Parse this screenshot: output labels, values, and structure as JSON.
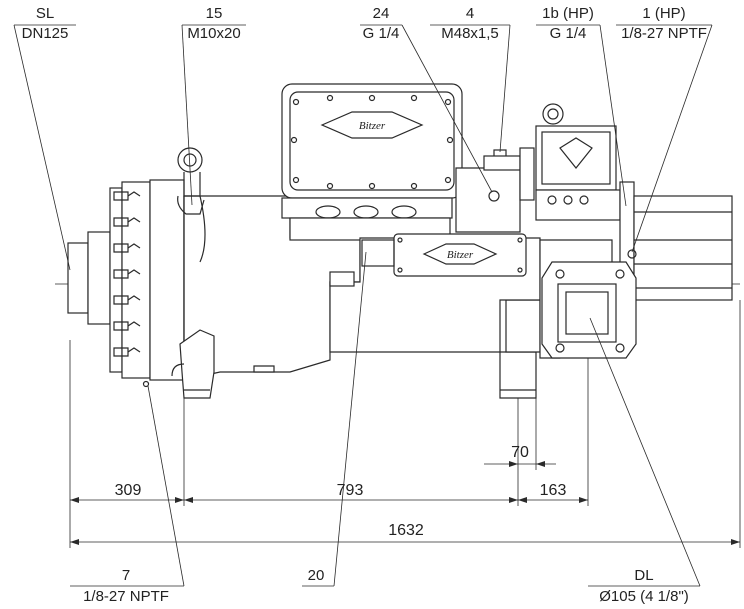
{
  "callouts": {
    "sl": {
      "top": "SL",
      "bottom": "DN125"
    },
    "c15": {
      "top": "15",
      "bottom": "M10x20"
    },
    "c24": {
      "top": "24",
      "bottom": "G 1/4"
    },
    "c4": {
      "top": "4",
      "bottom": "M48x1,5"
    },
    "c1b": {
      "top": "1b (HP)",
      "bottom": "G 1/4"
    },
    "c1": {
      "top": "1 (HP)",
      "bottom": "1/8-27 NPTF"
    },
    "c7": {
      "top": "7",
      "bottom": "1/8-27 NPTF"
    },
    "c20": {
      "top": "20"
    },
    "dl": {
      "top": "DL",
      "bottom": "Ø105 (4 1/8\")"
    }
  },
  "dimensions": {
    "d309": "309",
    "d793": "793",
    "d163": "163",
    "d70": "70",
    "d1632": "1632"
  },
  "logo_text": "Bitzer",
  "colors": {
    "line": "#2a2a2a",
    "fill": "#ffffff",
    "shade": "#d9d9d9"
  }
}
